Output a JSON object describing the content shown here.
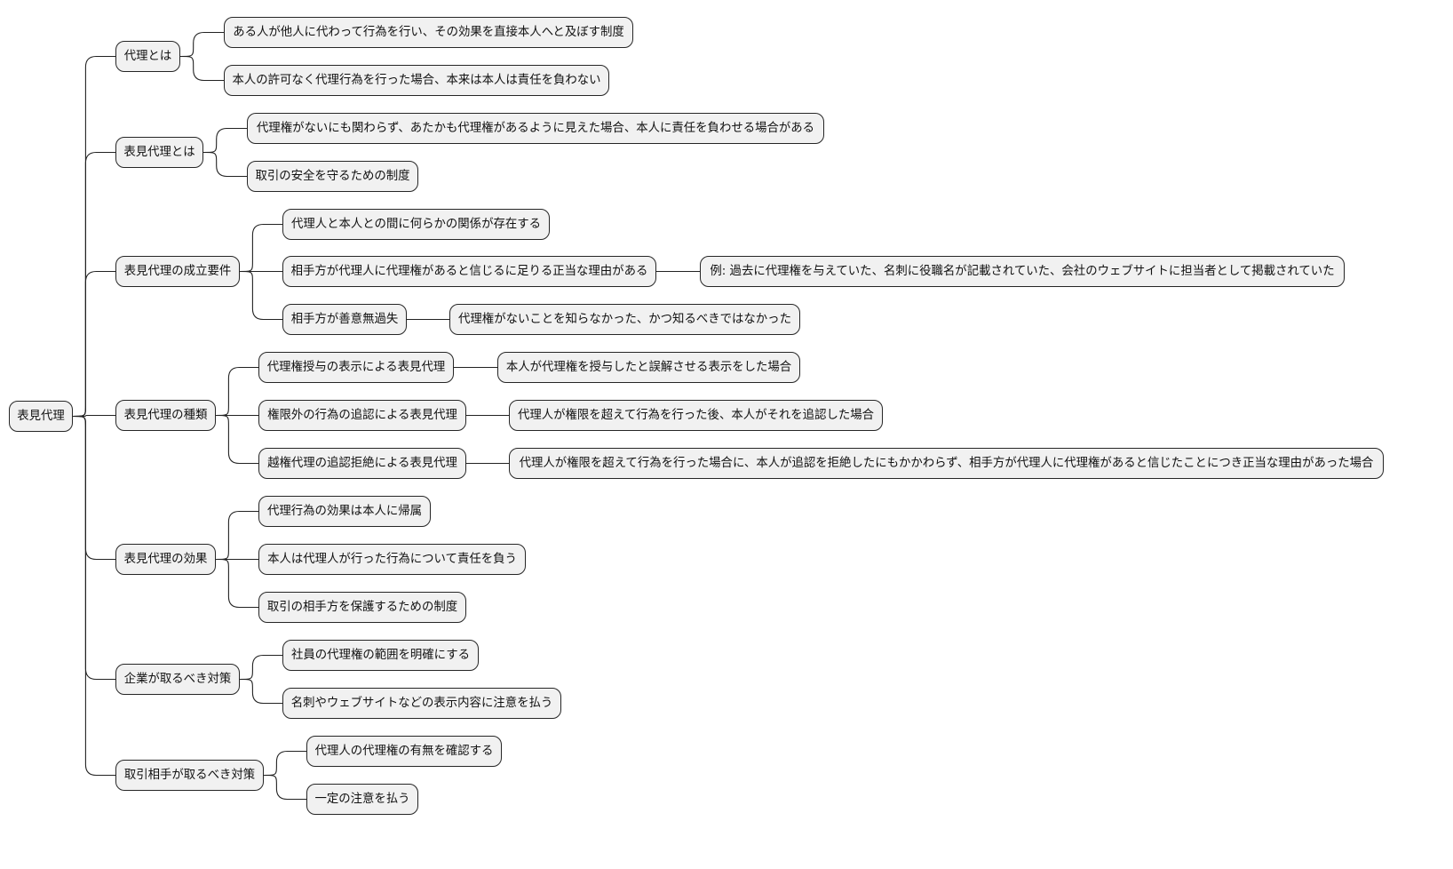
{
  "root": {
    "label": "表見代理",
    "children": [
      {
        "label": "代理とは",
        "children": [
          {
            "label": "ある人が他人に代わって行為を行い、その効果を直接本人へと及ぼす制度"
          },
          {
            "label": "本人の許可なく代理行為を行った場合、本来は本人は責任を負わない"
          }
        ]
      },
      {
        "label": "表見代理とは",
        "children": [
          {
            "label": "代理権がないにも関わらず、あたかも代理権があるように見えた場合、本人に責任を負わせる場合がある"
          },
          {
            "label": "取引の安全を守るための制度"
          }
        ]
      },
      {
        "label": "表見代理の成立要件",
        "children": [
          {
            "label": "代理人と本人との間に何らかの関係が存在する"
          },
          {
            "label": "相手方が代理人に代理権があると信じるに足りる正当な理由がある",
            "children": [
              {
                "label": "例: 過去に代理権を与えていた、名刺に役職名が記載されていた、会社のウェブサイトに担当者として掲載されていた"
              }
            ]
          },
          {
            "label": "相手方が善意無過失",
            "children": [
              {
                "label": "代理権がないことを知らなかった、かつ知るべきではなかった"
              }
            ]
          }
        ]
      },
      {
        "label": "表見代理の種類",
        "children": [
          {
            "label": "代理権授与の表示による表見代理",
            "children": [
              {
                "label": "本人が代理権を授与したと誤解させる表示をした場合"
              }
            ]
          },
          {
            "label": "権限外の行為の追認による表見代理",
            "children": [
              {
                "label": "代理人が権限を超えて行為を行った後、本人がそれを追認した場合"
              }
            ]
          },
          {
            "label": "越権代理の追認拒絶による表見代理",
            "children": [
              {
                "label": "代理人が権限を超えて行為を行った場合に、本人が追認を拒絶したにもかかわらず、相手方が代理人に代理権があると信じたことにつき正当な理由があった場合"
              }
            ]
          }
        ]
      },
      {
        "label": "表見代理の効果",
        "children": [
          {
            "label": "代理行為の効果は本人に帰属"
          },
          {
            "label": "本人は代理人が行った行為について責任を負う"
          },
          {
            "label": "取引の相手方を保護するための制度"
          }
        ]
      },
      {
        "label": "企業が取るべき対策",
        "children": [
          {
            "label": "社員の代理権の範囲を明確にする"
          },
          {
            "label": "名刺やウェブサイトなどの表示内容に注意を払う"
          }
        ]
      },
      {
        "label": "取引相手が取るべき対策",
        "children": [
          {
            "label": "代理人の代理権の有無を確認する"
          },
          {
            "label": "一定の注意を払う"
          }
        ]
      }
    ]
  }
}
